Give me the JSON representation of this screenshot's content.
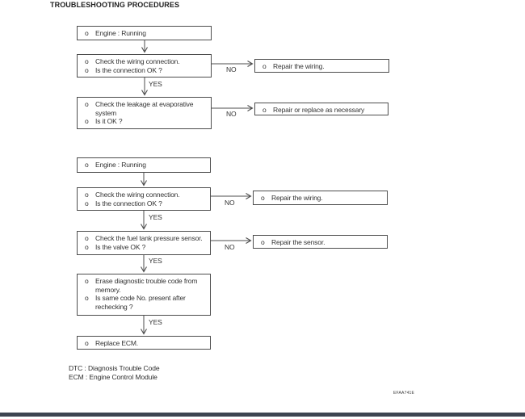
{
  "page": {
    "title": "TROUBLESHOOTING PROCEDURES",
    "figure_code": "EFAA741E"
  },
  "glyphs": {
    "bullet": "o"
  },
  "labels": {
    "yes": "YES",
    "no": "NO"
  },
  "flow1": {
    "engine": [
      "Engine : Running"
    ],
    "check_wiring": [
      "Check the wiring connection.",
      "Is the connection OK ?"
    ],
    "check_leakage": [
      "Check the leakage at evaporative",
      "system",
      "Is it OK ?"
    ],
    "repair_wiring": [
      "Repair the wiring."
    ],
    "repair_replace": [
      "Repair or replace as necessary"
    ]
  },
  "flow2": {
    "engine": [
      "Engine : Running"
    ],
    "check_wiring": [
      "Check the wiring connection.",
      "Is the connection OK ?"
    ],
    "check_fuel": [
      "Check the fuel tank pressure sensor.",
      "Is the valve OK ?"
    ],
    "erase": [
      "Erase diagnostic trouble code from",
      "memory.",
      "Is same code No. present after",
      "rechecking ?"
    ],
    "replace_ecm": [
      "Replace ECM."
    ],
    "repair_wiring": [
      "Repair the wiring."
    ],
    "repair_sensor": [
      "Repair the sensor."
    ]
  },
  "footnotes": {
    "dtc": "DTC : Diagnosis Trouble Code",
    "ecm": "ECM : Engine Control Module"
  }
}
